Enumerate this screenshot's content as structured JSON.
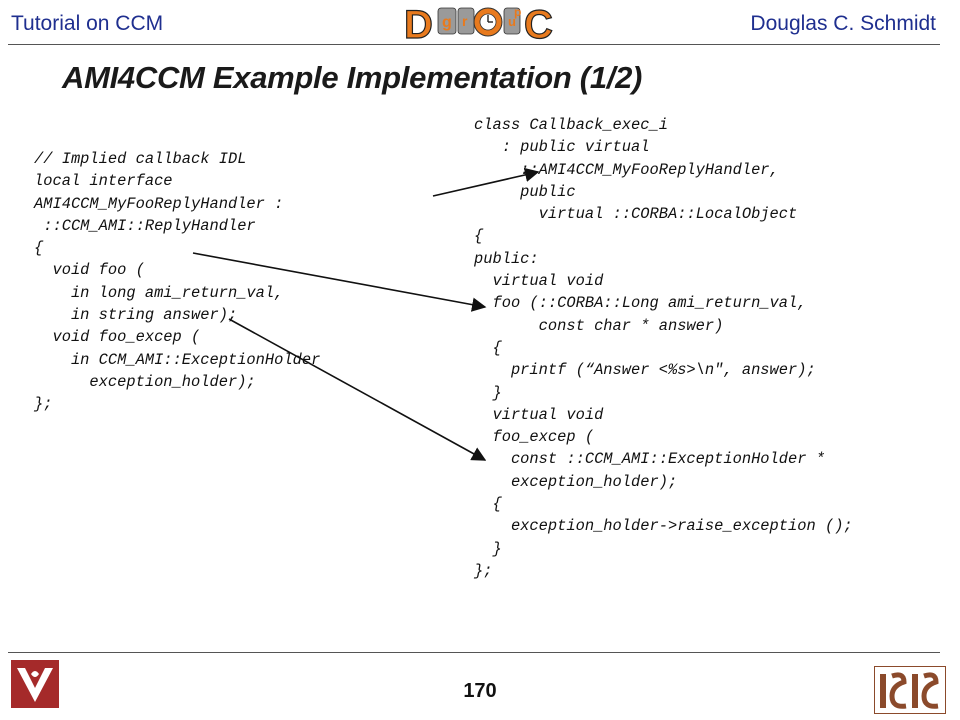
{
  "header": {
    "left": "Tutorial on CCM",
    "right": "Douglas C. Schmidt",
    "logo_letters": [
      "D",
      "g",
      "r",
      "o",
      "u",
      "p",
      "C"
    ]
  },
  "slide": {
    "title": "AMI4CCM Example Implementation (1/2)",
    "page_number": "170"
  },
  "left_code": [
    "// Implied callback IDL",
    "local interface",
    "AMI4CCM_MyFooReplyHandler :",
    " ::CCM_AMI::ReplyHandler",
    "{",
    "  void foo (",
    "    in long ami_return_val,",
    "    in string answer);",
    "  void foo_excep (",
    "    in CCM_AMI::ExceptionHolder",
    "      exception_holder);",
    "};"
  ],
  "right_code": [
    "class Callback_exec_i",
    "   : public virtual",
    "     ::AMI4CCM_MyFooReplyHandler,",
    "     public",
    "       virtual ::CORBA::LocalObject",
    "{",
    "public:",
    "  virtual void",
    "  foo (::CORBA::Long ami_return_val,",
    "       const char * answer)",
    "  {",
    "    printf (“Answer <%s>\\n\", answer);",
    "  }",
    "",
    "  virtual void",
    "  foo_excep (",
    "    const ::CCM_AMI::ExceptionHolder *",
    "    exception_holder);",
    "  {",
    "    exception_holder->raise_exception ();",
    "  }",
    "};"
  ],
  "colors": {
    "header_text": "#1f2f8f",
    "logo_orange": "#e87a1e",
    "logo_grey": "#8a8a8a",
    "vanderbilt_red": "#a52a2a",
    "isis_brown": "#8b4a2b"
  }
}
